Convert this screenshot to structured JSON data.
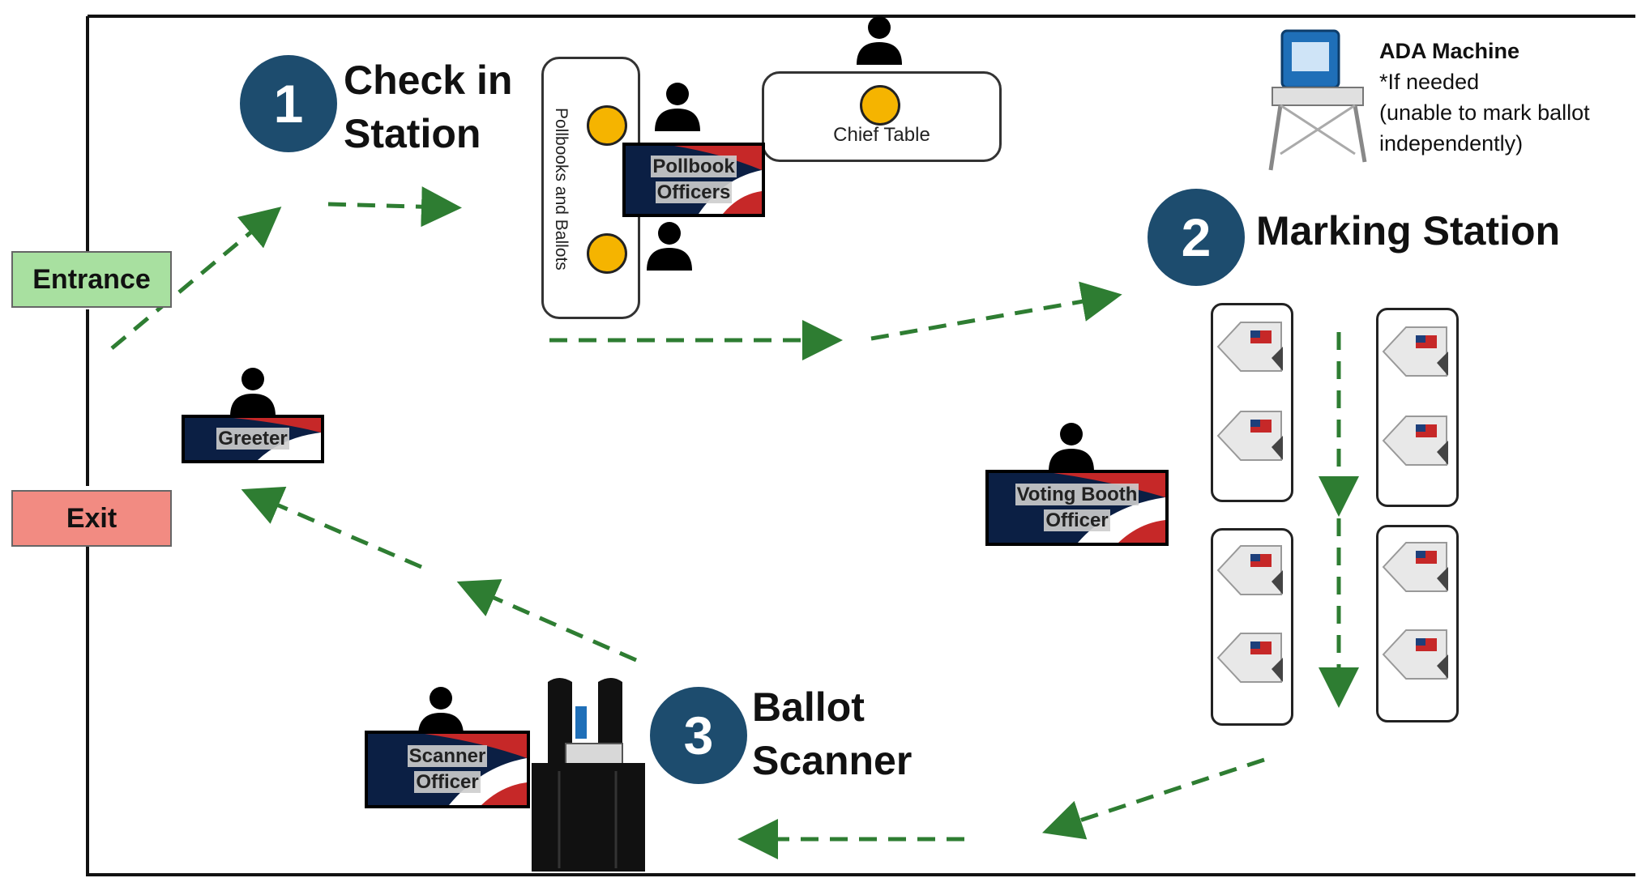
{
  "doors": {
    "entrance": "Entrance",
    "exit": "Exit"
  },
  "steps": [
    {
      "number": "1",
      "title_line1": "Check in",
      "title_line2": "Station"
    },
    {
      "number": "2",
      "title": "Marking Station"
    },
    {
      "number": "3",
      "title_line1": "Ballot",
      "title_line2": "Scanner"
    }
  ],
  "tables": {
    "pollbooks": "Pollbooks and Ballots",
    "chief": "Chief Table"
  },
  "officers": {
    "pollbook_line1": "Pollbook",
    "pollbook_line2": "Officers",
    "greeter": "Greeter",
    "voting_booth_line1": "Voting Booth",
    "voting_booth_line2": "Officer",
    "scanner_line1": "Scanner",
    "scanner_line2": "Officer"
  },
  "ada": {
    "title": "ADA Machine",
    "line1": "*If needed",
    "line2": "(unable to mark ballot",
    "line3": "independently)"
  },
  "colors": {
    "badge": "#1d4c6e",
    "path_arrow": "#2e7d32",
    "entrance": "#a8e0a0",
    "exit": "#f28b82",
    "seat": "#f5b400"
  }
}
